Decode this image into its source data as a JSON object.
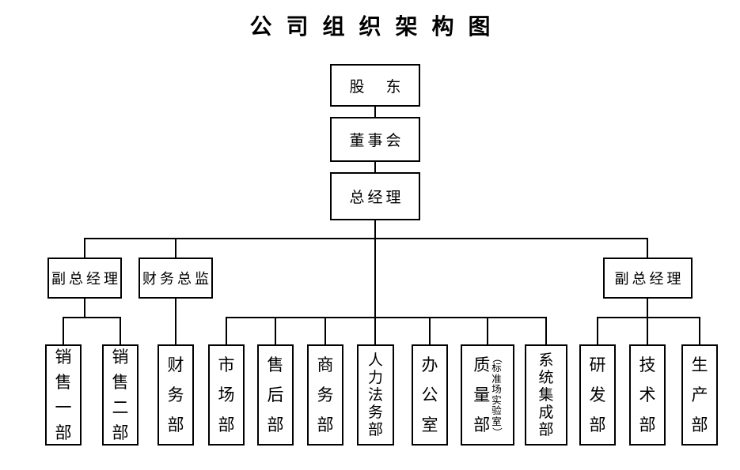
{
  "title": "公司组织架构图",
  "colors": {
    "line": "#000000",
    "background": "#ffffff",
    "text": "#000000"
  },
  "org": {
    "chain": [
      {
        "label": "股　东"
      },
      {
        "label": "董事会"
      },
      {
        "label": "总经理"
      }
    ],
    "managers": [
      {
        "label": "副总经理"
      },
      {
        "label": "财务总监"
      },
      {
        "label": "副总经理"
      }
    ],
    "departments": [
      {
        "label": "销售一部"
      },
      {
        "label": "销售二部"
      },
      {
        "label": "财务部"
      },
      {
        "label": "市场部"
      },
      {
        "label": "售后部"
      },
      {
        "label": "商务部"
      },
      {
        "label": "人力法务部"
      },
      {
        "label": "办公室"
      },
      {
        "label": "质量部",
        "sublabel": "（标准场实验室）"
      },
      {
        "label": "系统集成部"
      },
      {
        "label": "研发部"
      },
      {
        "label": "技术部"
      },
      {
        "label": "生产部"
      }
    ]
  }
}
